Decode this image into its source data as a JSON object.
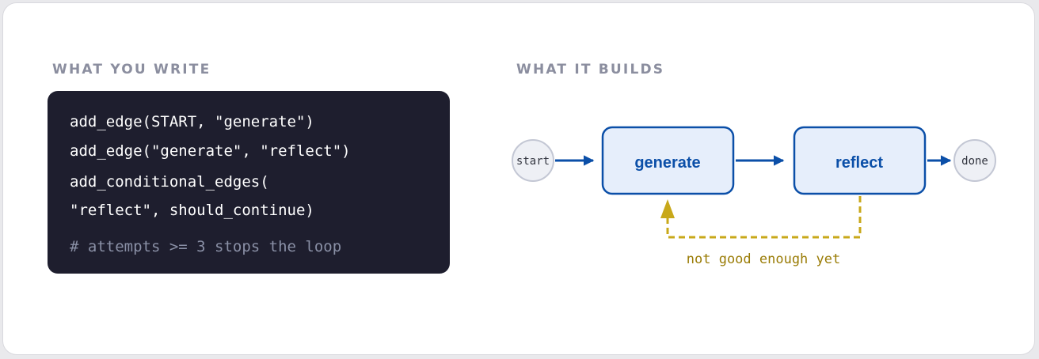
{
  "left_panel": {
    "title": "WHAT YOU WRITE",
    "code_lines": [
      "add_edge(START, \"generate\")",
      "add_edge(\"generate\", \"reflect\")",
      "add_conditional_edges(",
      "\"reflect\", should_continue)"
    ],
    "comment": "# attempts >= 3 stops the loop"
  },
  "right_panel": {
    "title": "WHAT IT BUILDS",
    "nodes": {
      "start": "start",
      "generate": "generate",
      "reflect": "reflect",
      "done": "done"
    },
    "loop_label": "not good enough yet"
  },
  "colors": {
    "code_background": "#1e1e2e",
    "node_border": "#0b4fa8",
    "node_fill": "#e6eefb",
    "edge": "#0b4fa8",
    "loop_edge": "#c8a81a",
    "loop_label": "#9a7c06",
    "terminal_fill": "#eef0f5",
    "terminal_border": "#c3c7d4"
  }
}
